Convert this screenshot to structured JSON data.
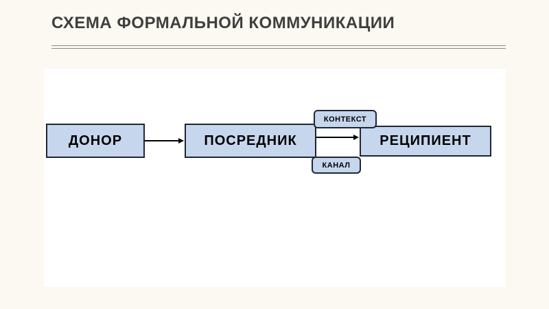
{
  "slide": {
    "title": "СХЕМА ФОРМАЛЬНОЙ КОММУНИКАЦИИ"
  },
  "diagram": {
    "type": "flowchart",
    "nodes": {
      "donor": "ДОНОР",
      "intermediary": "ПОСРЕДНИК",
      "context": "КОНТЕКСТ",
      "channel": "КАНАЛ",
      "recipient": "РЕЦИПИЕНТ"
    },
    "edges": [
      {
        "from": "ДОНОР",
        "to": "ПОСРЕДНИК",
        "style": "arrow"
      },
      {
        "from": "ПОСРЕДНИК",
        "to": "РЕЦИПИЕНТ",
        "style": "arrow"
      }
    ],
    "colors": {
      "slide_background": "#fbf9f2",
      "canvas_background": "#ffffff",
      "node_fill": "#c6d6ec",
      "node_border": "#1e2633",
      "title_text": "#3f3f3f",
      "rule_line": "#8a8a86",
      "arrow": "#000000"
    }
  }
}
